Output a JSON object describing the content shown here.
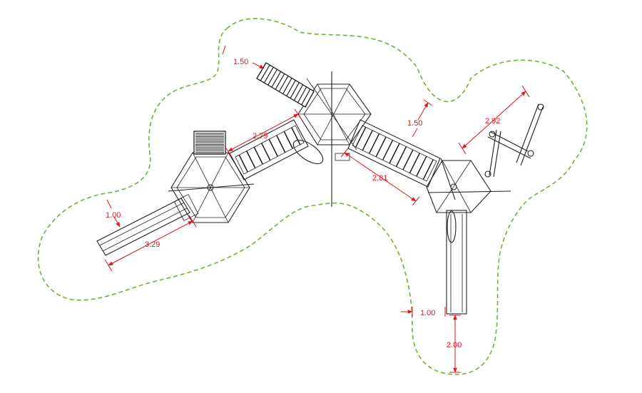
{
  "colors": {
    "background": "#ffffff",
    "safety_zone": "#6fb23a",
    "dimension": "#e0161e",
    "equipment": "#222222"
  },
  "dimensions": [
    {
      "id": "clearance-top-left",
      "label": "1.50"
    },
    {
      "id": "bridge-left",
      "label": "2.79"
    },
    {
      "id": "clearance-top-middle",
      "label": "1.50"
    },
    {
      "id": "swing-width",
      "label": "2.92"
    },
    {
      "id": "bridge-right",
      "label": "2.81"
    },
    {
      "id": "clearance-slide-left",
      "label": "1.00"
    },
    {
      "id": "slide-left-length",
      "label": "3.29"
    },
    {
      "id": "clearance-slide-bottom-side",
      "label": "1.00"
    },
    {
      "id": "slide-bottom-runout",
      "label": "2.00"
    }
  ]
}
